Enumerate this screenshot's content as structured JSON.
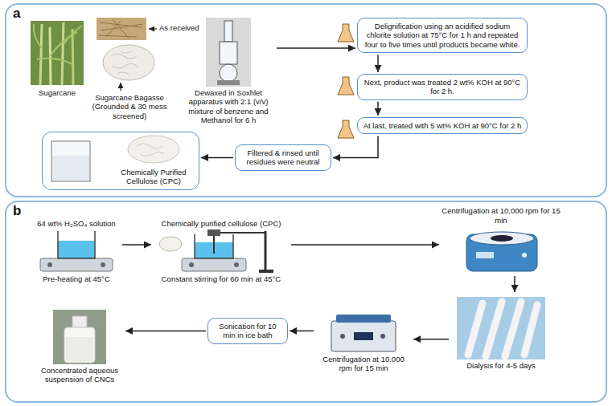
{
  "diagram": {
    "nodes": [
      {
        "text": [
          "a"
        ]
      },
      {
        "text": [
          "Sugarcane"
        ],
        "in": 0
      },
      {
        "text": [
          "Sugarcane Bagasse (Grounded & 30 mess screened)"
        ],
        "in": 0
      },
      {
        "text": [
          "Dewaxed in Soxhlet apparatus with 2:1 (v/v) mixture of benzene and Methanol for 6 h"
        ],
        "in": 0
      },
      {
        "text": [
          "Delignification using an acidified sodium chlorite solution at 75°C for 1 h and repeated four to five times until products became white."
        ],
        "in": 0
      },
      {
        "text": [
          "Next, product was treated 2 wt% KOH at 90°C for 2 h."
        ],
        "in": 0
      },
      {
        "text": [
          "At last, treated with 5 wt% KOH at 90°C for 2 h"
        ],
        "in": 0
      },
      {
        "text": [
          "Filtered & rinsed until residues were neutral"
        ],
        "in": 0
      },
      {
        "text": [
          "Chemically Purified Cellulose (CPC)"
        ],
        "in": 0
      },
      {
        "text": [
          "b"
        ]
      },
      {
        "text": [
          "64 wt% H₂SO₄ solution",
          "Pre-heating at 45°C"
        ],
        "in": 9
      },
      {
        "text": [
          "Chemically purified cellulose (CPC)",
          "Constant stirring for 60 min at 45°C"
        ],
        "in": 9
      },
      {
        "text": [
          "Centrifugation at 10,000 rpm for 15 min"
        ],
        "in": 9
      },
      {
        "text": [
          "Dialysis for 4-5 days"
        ],
        "in": 9
      },
      {
        "text": [
          "Centrifugation at 10,000 rpm for 15 min"
        ],
        "in": 9
      },
      {
        "text": [
          "Sonication for 10 min in ice bath"
        ],
        "in": 9
      },
      {
        "text": [
          "Concentrated aqueous suspension of CNCs"
        ],
        "in": 9
      }
    ],
    "edges": [
      {
        "from": 3,
        "to": 4,
        "arrow": "to"
      },
      {
        "from": 4,
        "to": 5,
        "arrow": "to"
      },
      {
        "from": 5,
        "to": 6,
        "arrow": "to"
      },
      {
        "from": 6,
        "to": 7,
        "arrow": "to"
      },
      {
        "from": 7,
        "to": 8,
        "arrow": "to"
      },
      {
        "from": 10,
        "to": 11,
        "arrow": "to"
      },
      {
        "from": 11,
        "to": 12,
        "arrow": "to"
      },
      {
        "from": 12,
        "to": 13,
        "arrow": "to"
      },
      {
        "from": 13,
        "to": 14,
        "arrow": "to"
      },
      {
        "from": 14,
        "to": 15,
        "arrow": "to"
      },
      {
        "from": 15,
        "to": 16,
        "arrow": "to"
      }
    ],
    "labels": [
      "As received"
    ]
  }
}
